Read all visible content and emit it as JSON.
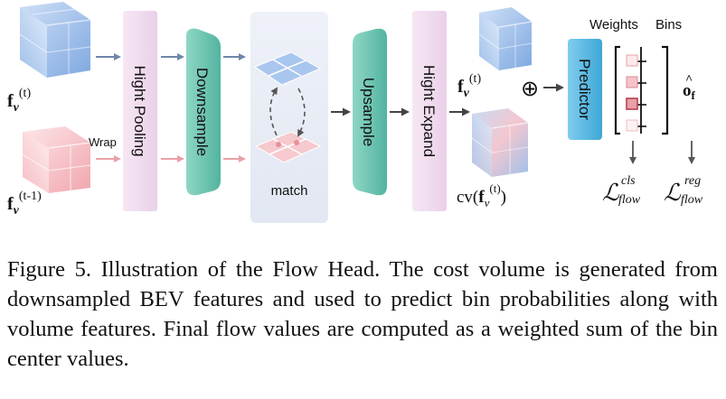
{
  "diagram": {
    "inputs": {
      "current_base": "f",
      "current_sub": "v",
      "current_sup": "(t)",
      "previous_base": "f",
      "previous_sub": "v",
      "previous_sup": "(t-1)",
      "wrap_label": "Wrap"
    },
    "blocks": {
      "hight_pooling": "Hight Pooling",
      "downsample": "Downsample",
      "match": "match",
      "upsample": "Upsample",
      "hight_expand": "Hight Expand",
      "predictor": "Predictor"
    },
    "outputs": {
      "feature_base": "f",
      "feature_sub": "v",
      "feature_sup": "(t)",
      "cost_volume_prefix": "cv(",
      "cost_volume_base": "f",
      "cost_volume_sub": "v",
      "cost_volume_sup": "(t)",
      "cost_volume_suffix": ")",
      "concat_symbol": "⊕"
    },
    "head": {
      "weights_label": "Weights",
      "bins_label": "Bins",
      "offset_base": "o",
      "offset_sub": "f",
      "offset_hat": "^",
      "loss_symbol": "ℒ",
      "loss_cls_sup": "cls",
      "loss_cls_sub": "flow",
      "loss_reg_sup": "reg",
      "loss_reg_sub": "flow"
    },
    "colors": {
      "blue_cube": "#8fb4e6",
      "pink_cube": "#f2b5bb",
      "pooling_block": "#f1dcef",
      "teal_block": "#6cc7b4",
      "predictor_block": "#55b8e2",
      "arrow_blue": "#6f86a8",
      "arrow_pink": "#e8a1a7"
    }
  },
  "caption": {
    "text": "Figure 5. Illustration of the Flow Head. The cost volume is generated from downsampled BEV features and used to predict bin probabilities along with volume features. Final flow values are computed as a weighted sum of the bin center values."
  }
}
